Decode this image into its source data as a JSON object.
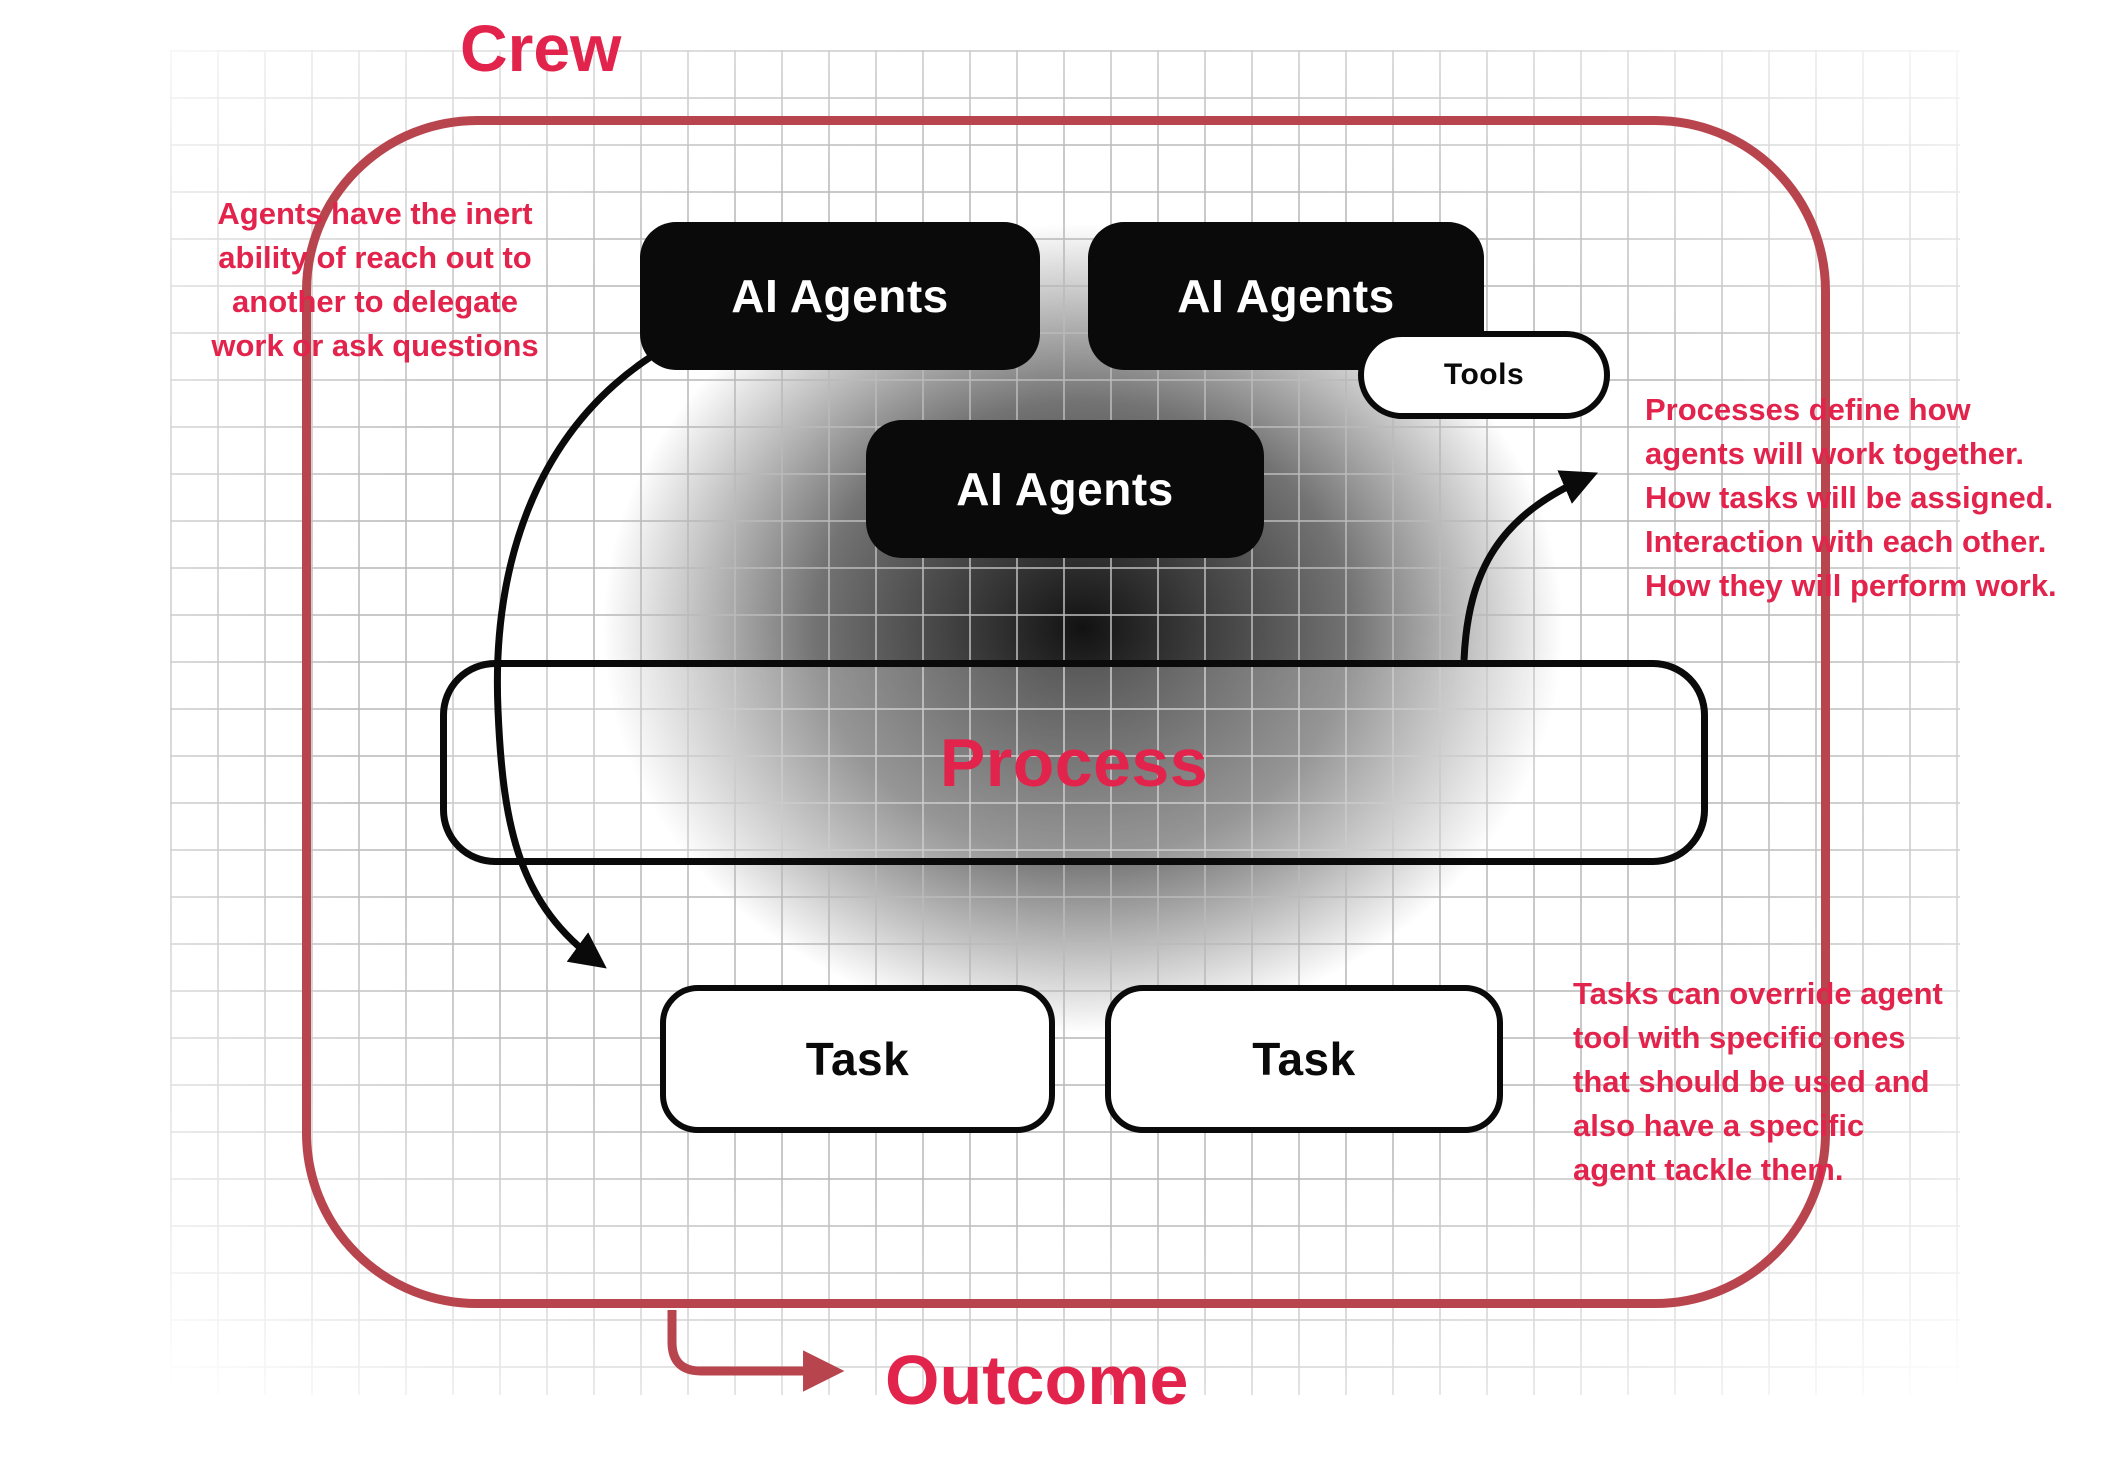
{
  "theme": {
    "accent": "#e2234c",
    "frame": "#b8454d",
    "ink": "#0a0a0a"
  },
  "title": "Crew",
  "outcome": "Outcome",
  "nodes": {
    "agents1": "AI Agents",
    "agents2": "AI Agents",
    "agents3": "AI Agents",
    "tools": "Tools",
    "process": "Process",
    "task1": "Task",
    "task2": "Task"
  },
  "annotations": {
    "left": "Agents have the inert\nability of reach out to\nanother to delegate\nwork or ask questions",
    "right_top": "Processes define how\nagents will work together.\nHow tasks will be assigned.\nInteraction with each other.\nHow they will perform work.",
    "right_bottom": "Tasks can override agent\ntool with specific ones\nthat should be used and\nalso have a specific\nagent tackle them."
  }
}
